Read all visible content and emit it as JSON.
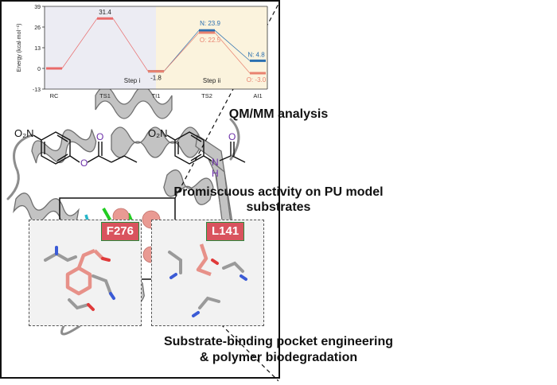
{
  "chart_data": {
    "type": "line",
    "categories": [
      "RC",
      "TS1",
      "TI1",
      "TS2",
      "AI1"
    ],
    "series": [
      {
        "name": "",
        "values": [
          0,
          31.4,
          -1.8
        ]
      },
      {
        "name": "N",
        "values": [
          -1.8,
          23.9,
          4.8
        ]
      },
      {
        "name": "O",
        "values": [
          -1.8,
          22.5,
          -3.0
        ]
      }
    ],
    "data_labels": [
      "31.4",
      "-1.8",
      "N: 23.9",
      "O: 22.5",
      "N: 4.8",
      "O: -3.0"
    ],
    "ylabel": "Energy (kcal·mol⁻¹)",
    "yticks": [
      "39",
      "26",
      "13",
      "0",
      "-13"
    ],
    "ylim": [
      -13,
      39
    ],
    "regions": [
      "Step i",
      "Step ii"
    ],
    "colors": {
      "energy_line": "#e96a6a",
      "n_path": "#2a6fb0",
      "o_path": "#e8826f",
      "step_i_bg": "#ececf3",
      "step_ii_bg": "#fbf3dd"
    }
  },
  "labels": {
    "qmmm": "QM/MM analysis",
    "promiscuous_line1": "Promiscuous activity on PU model",
    "promiscuous_line2": "substrates",
    "engineering_line1": "Substrate-binding pocket engineering",
    "engineering_line2": "& polymer biodegradation",
    "tag_left": "F276",
    "tag_right": "L141"
  },
  "molecules": {
    "left_no2": "O₂N",
    "right_no2": "O₂N",
    "ester_o": "O",
    "carbonyl_o_left": "O",
    "amide_n": "N",
    "amide_h": "H",
    "carbonyl_o_right": "O"
  },
  "colors": {
    "protein_gray": "#b9b9b9",
    "sphere": "#e99a93",
    "ligand_green": "#22cc22",
    "residue_cyan": "#27b6c9",
    "tag_red": "#d9535e",
    "heteroatom_purple": "#6b2fa8"
  }
}
